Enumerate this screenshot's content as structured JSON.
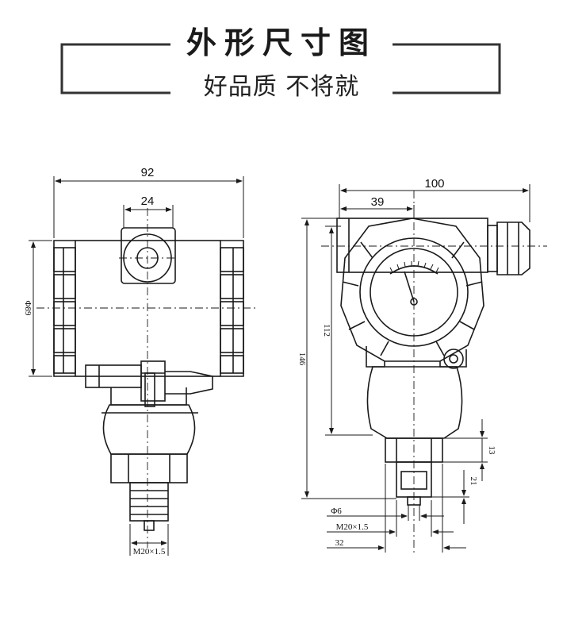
{
  "header": {
    "title": "外形尺寸图",
    "subtitle": "好品质 不将就"
  },
  "left_view": {
    "width_label": "92",
    "port_label": "24",
    "height_label": "Φ89",
    "thread_label": "M20×1.5"
  },
  "right_view": {
    "width_label": "100",
    "offset_label": "39",
    "height_total_label": "146",
    "height_body_label": "112",
    "hex_label": "13",
    "thread_len_label": "21",
    "hole_label": "Φ6",
    "thread_label": "M20×1.5",
    "hex_width_label": "32"
  },
  "colors": {
    "line": "#1a1a1a",
    "frame": "#333333"
  }
}
